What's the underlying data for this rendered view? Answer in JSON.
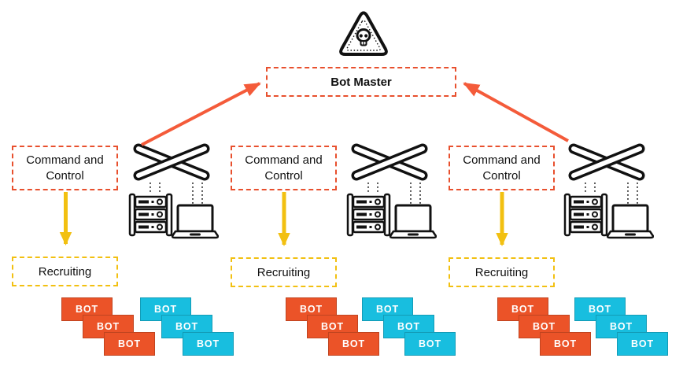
{
  "diagram": {
    "description": "Botnet architecture diagram",
    "hazard_icon": "hazard-skull-triangle-icon",
    "bot_master_label": "Bot Master",
    "groups": [
      {
        "cnc_label": "Command and Control",
        "recruiting_label": "Recruiting",
        "bots_orange": [
          "BOT",
          "BOT",
          "BOT"
        ],
        "bots_cyan": [
          "BOT",
          "BOT",
          "BOT"
        ]
      },
      {
        "cnc_label": "Command and Control",
        "recruiting_label": "Recruiting",
        "bots_orange": [
          "BOT",
          "BOT",
          "BOT"
        ],
        "bots_cyan": [
          "BOT",
          "BOT",
          "BOT"
        ]
      },
      {
        "cnc_label": "Command and Control",
        "recruiting_label": "Recruiting",
        "bots_orange": [
          "BOT",
          "BOT",
          "BOT"
        ],
        "bots_cyan": [
          "BOT",
          "BOT",
          "BOT"
        ]
      }
    ],
    "icons": {
      "hazard": "hazard-skull-triangle-icon",
      "switch": "network-switch-icon",
      "server": "server-rack-icon",
      "laptop": "laptop-icon"
    },
    "colors": {
      "accent_red": "#E8502E",
      "arrow_red": "#F45B3A",
      "accent_yellow": "#F2C011",
      "bot_orange": "#EB5328",
      "bot_cyan": "#18BEDF",
      "outline": "#111111"
    }
  }
}
